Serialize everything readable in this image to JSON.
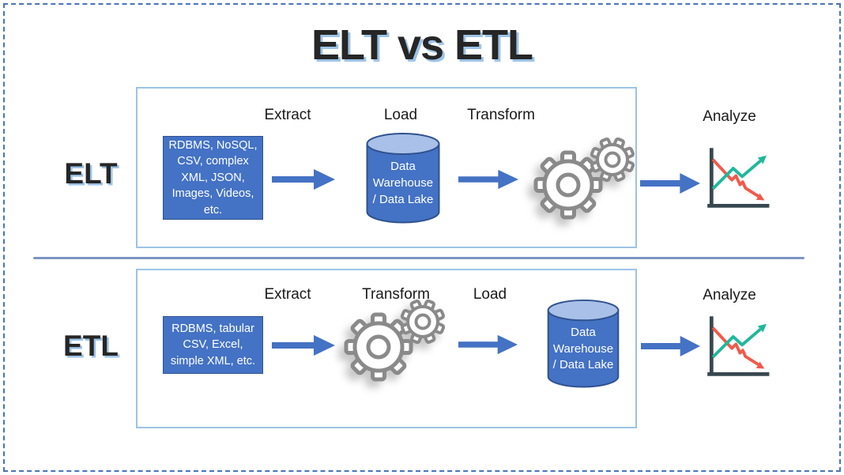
{
  "title": "ELT vs ETL",
  "colors": {
    "accent_blue": "#4472C4",
    "box_border": "#2F528F",
    "panel_border": "#9DC3E6",
    "divider": "#7D95C1",
    "dashed_border": "#4A74B8",
    "title_text": "#262626",
    "title_shadow": "#9DC3E6",
    "cylinder_top": "#A9C0E8",
    "gear_gray": "#8A8A8A",
    "chart_axis": "#37474F",
    "chart_up": "#1FB89B",
    "chart_down": "#F2594B",
    "box_text": "#FFFFFF",
    "label_text": "#1A1A1A"
  },
  "rows": [
    {
      "name": "ELT",
      "extract_label": "Extract",
      "load_label": "Load",
      "transform_label": "Transform",
      "analyze_label": "Analyze",
      "source_text": "RDBMS, NoSQL,\nCSV, complex\nXML, JSON,\nImages, Videos,\netc.",
      "warehouse_text": "Data\nWarehouse\n/ Data Lake"
    },
    {
      "name": "ETL",
      "extract_label": "Extract",
      "transform_label": "Transform",
      "load_label": "Load",
      "analyze_label": "Analyze",
      "source_text": "RDBMS, tabular\nCSV, Excel,\nsimple XML, etc.",
      "warehouse_text": "Data\nWarehouse\n/ Data Lake"
    }
  ]
}
